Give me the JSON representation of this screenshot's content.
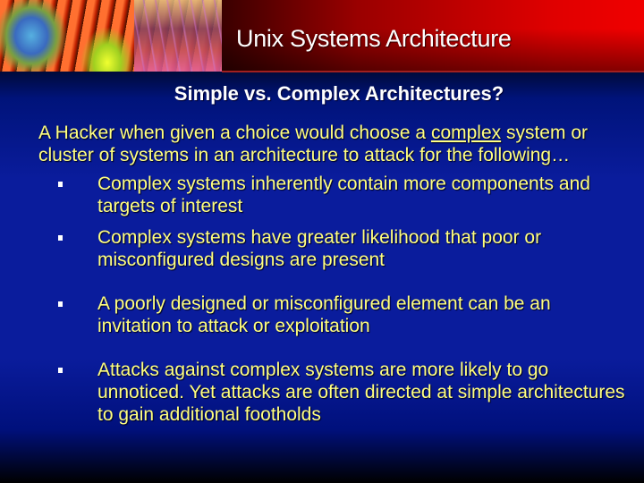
{
  "slide": {
    "title": "Unix Systems Architecture",
    "subtitle": "Simple vs. Complex Architectures?",
    "intro": {
      "before": " A Hacker when given a choice would choose a ",
      "emphasis": "complex",
      "after": " system or cluster of systems in an architecture to attack for the following…"
    },
    "bullets": [
      {
        "icon": "square-bullet-icon",
        "text": "Complex systems inherently contain more components and targets of interest"
      },
      {
        "icon": "square-bullet-icon",
        "text": "Complex systems have greater likelihood that poor or misconfigured designs are present"
      },
      {
        "icon": "square-bullet-icon",
        "text": "A poorly designed or misconfigured element can be an invitation to attack or exploitation"
      },
      {
        "icon": "square-bullet-icon",
        "text": "Attacks against complex systems are more likely to go unnoticed.  Yet attacks are often directed at simple architectures to gain additional footholds"
      }
    ]
  },
  "colors": {
    "header_red": "#e00000",
    "background_blue": "#0a1c9c",
    "body_text_yellow": "#ffff80",
    "title_white": "#ffffff"
  }
}
